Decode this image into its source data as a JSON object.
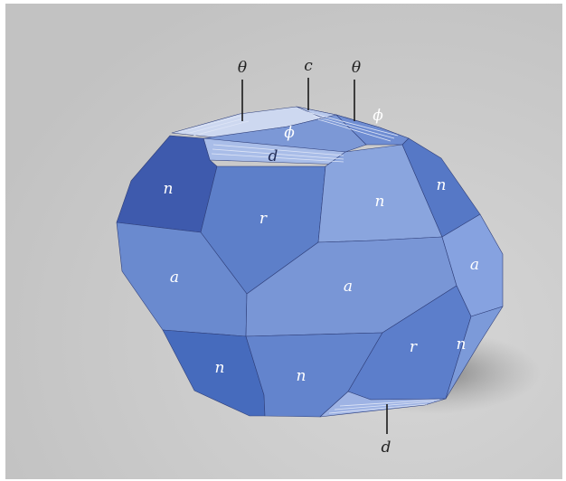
{
  "diagram": {
    "pointer_labels": {
      "theta_left": "θ",
      "c_top": "c",
      "theta_right": "θ",
      "d_bottom": "d"
    },
    "face_labels": {
      "phi_top": "ϕ",
      "phi_right": "ϕ",
      "d_top": "d",
      "n_upper_left": "n",
      "r_upper": "r",
      "n_upper_mid": "n",
      "n_upper_right": "n",
      "a_left": "a",
      "a_center": "a",
      "a_right": "a",
      "n_lower_left": "n",
      "n_lower_mid": "n",
      "r_lower": "r",
      "n_lower_right": "n"
    },
    "colors": {
      "background": "#c9c9c9",
      "crystal_dark": "#3a56a8",
      "crystal_mid": "#5f80c8",
      "crystal_light": "#9fb6e6",
      "label_text": "#ffffff",
      "pointer_text": "#222222"
    }
  }
}
